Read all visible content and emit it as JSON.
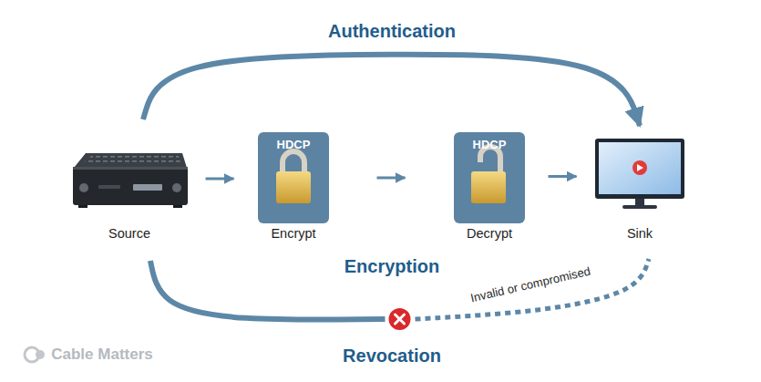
{
  "diagram": {
    "nodes": [
      {
        "text": [
          "Source"
        ]
      },
      {
        "text": [
          "HDCP",
          "Encrypt"
        ]
      },
      {
        "text": [
          "HDCP",
          "Decrypt"
        ]
      },
      {
        "text": [
          "Sink"
        ]
      }
    ],
    "edges": [
      {
        "from": 0,
        "to": 1,
        "arrow": "to"
      },
      {
        "from": 1,
        "to": 2,
        "arrow": "to"
      },
      {
        "from": 2,
        "to": 3,
        "arrow": "to"
      },
      {
        "from": 0,
        "to": 3,
        "arrow": "to",
        "label": "Authentication"
      },
      {
        "from": 0,
        "to": 3,
        "arrow": "none",
        "label": "Revocation"
      }
    ],
    "labels": [
      "Encryption",
      "Invalid or compromised",
      "Cable Matters"
    ]
  }
}
